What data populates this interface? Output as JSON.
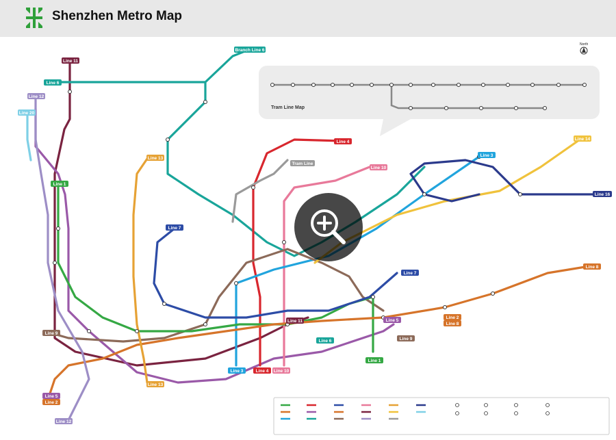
{
  "page": {
    "title": "Shenzhen Metro Map"
  },
  "brand": {
    "logo_color": "#2fa03a"
  },
  "map": {
    "north_label": "North",
    "tram_inset_title": "Tram Line Map",
    "tram_label": "Tram Line",
    "lines": [
      {
        "id": "line1",
        "label": "Line 1",
        "color": "#35a844"
      },
      {
        "id": "line2",
        "label": "Line 2",
        "color": "#d6742a"
      },
      {
        "id": "line3",
        "label": "Line 3",
        "color": "#21a4dd"
      },
      {
        "id": "line4",
        "label": "Line 4",
        "color": "#d8272e"
      },
      {
        "id": "line5",
        "label": "Line 5",
        "color": "#9a59a8"
      },
      {
        "id": "line6",
        "label": "Line 6",
        "color": "#19a59a"
      },
      {
        "id": "line7",
        "label": "Line 7",
        "color": "#2d4ca6"
      },
      {
        "id": "line8",
        "label": "Line 8",
        "color": "#d6742a"
      },
      {
        "id": "line9",
        "label": "Line 9",
        "color": "#8c6a59"
      },
      {
        "id": "line10",
        "label": "Line 10",
        "color": "#e8799a"
      },
      {
        "id": "line11",
        "label": "Line 11",
        "color": "#7a2340"
      },
      {
        "id": "line12",
        "label": "Line 12",
        "color": "#9d8ec6"
      },
      {
        "id": "line13",
        "label": "Line 13",
        "color": "#e6a235"
      },
      {
        "id": "line14",
        "label": "Line 14",
        "color": "#f0c23c"
      },
      {
        "id": "line16",
        "label": "Line 16",
        "color": "#2b3a8c"
      },
      {
        "id": "line20",
        "label": "Line 20",
        "color": "#7fd0e6"
      },
      {
        "id": "branch6",
        "label": "Branch Line 6",
        "color": "#19a59a"
      },
      {
        "id": "tram",
        "label": "Tram Line",
        "color": "#9a9a9a"
      }
    ]
  }
}
